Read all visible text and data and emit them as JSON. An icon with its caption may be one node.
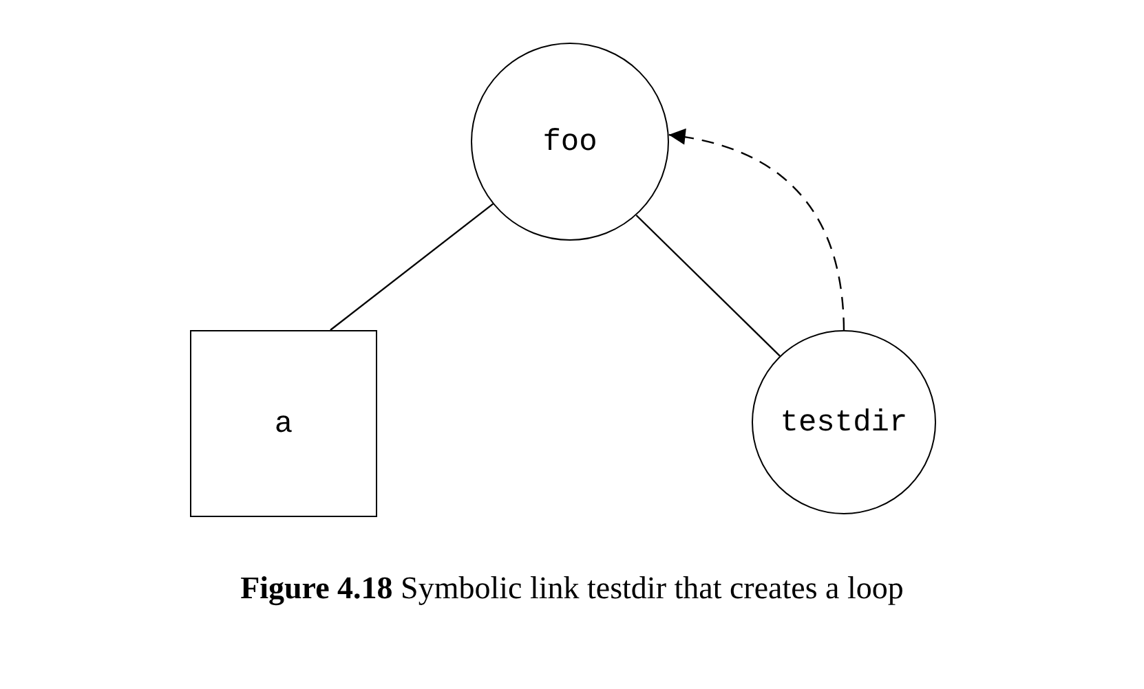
{
  "diagram": {
    "caption": "**Figure 4.18** Symbolic link testdir that creates a loop",
    "nodes": [
      {
        "text": [
          "foo"
        ]
      },
      {
        "text": [
          "a"
        ]
      },
      {
        "text": [
          "testdir"
        ]
      }
    ],
    "edges": [
      {
        "from": 0,
        "to": 1,
        "arrow": "none"
      },
      {
        "from": 0,
        "to": 2,
        "arrow": "none"
      },
      {
        "from": 2,
        "to": 0,
        "arrow": "to",
        "style": "dashed"
      }
    ]
  }
}
